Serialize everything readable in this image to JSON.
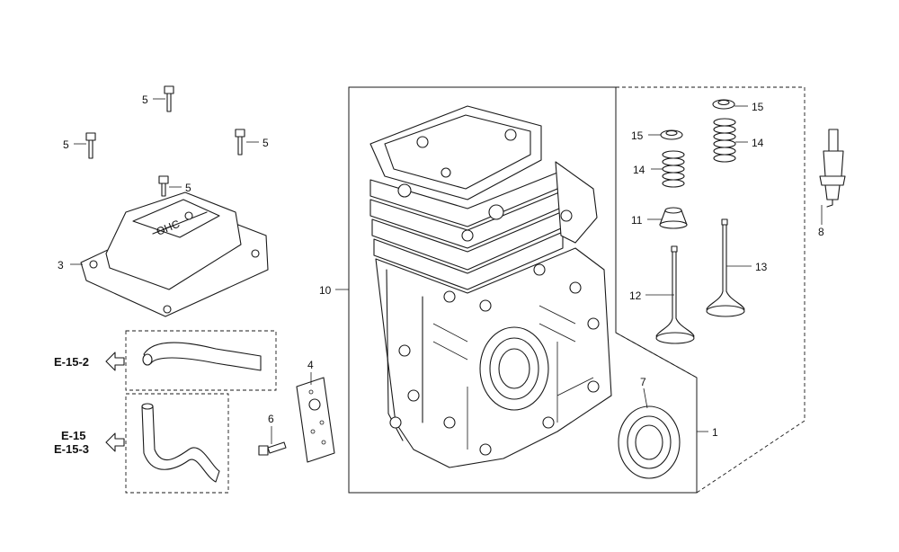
{
  "callouts": {
    "c1": "1",
    "c3": "3",
    "c4": "4",
    "c5a": "5",
    "c5b": "5",
    "c5c": "5",
    "c5d": "5",
    "c6": "6",
    "c7": "7",
    "c8": "8",
    "c10": "10",
    "c11": "11",
    "c12": "12",
    "c13": "13",
    "c14a": "14",
    "c14b": "14",
    "c15a": "15",
    "c15b": "15"
  },
  "references": {
    "upper": "E-15-2",
    "lower_line1": "E-15",
    "lower_line2": "E-15-3"
  },
  "cover_emblem": "OHC"
}
